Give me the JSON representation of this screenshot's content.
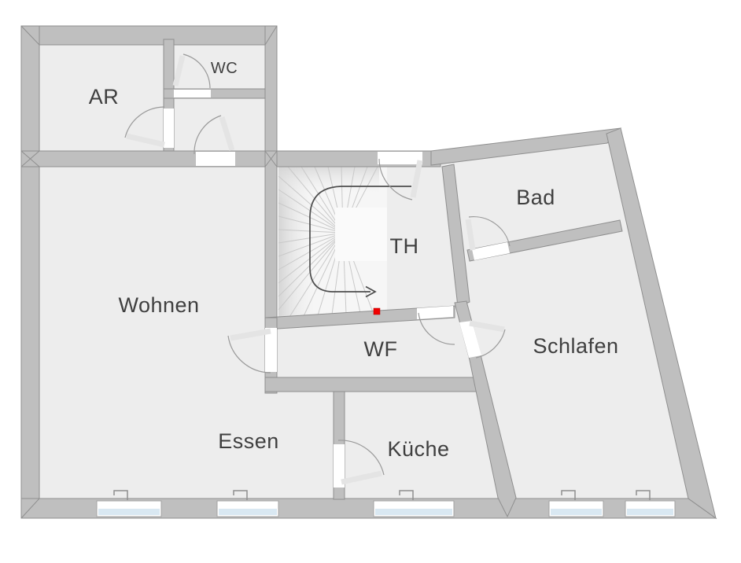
{
  "rooms": {
    "ar": {
      "label": "AR"
    },
    "wc": {
      "label": "WC"
    },
    "wohnen": {
      "label": "Wohnen"
    },
    "th": {
      "label": "TH"
    },
    "bad": {
      "label": "Bad"
    },
    "wf": {
      "label": "WF"
    },
    "schlafen": {
      "label": "Schlafen"
    },
    "essen": {
      "label": "Essen"
    },
    "kueche": {
      "label": "Küche"
    }
  },
  "colors": {
    "background": "#ffffff",
    "floor": "#ededed",
    "wall": "#bfbfbf",
    "wall_edge": "#8f8f8f",
    "door_arc": "#9a9a9a",
    "door_leaf": "#e4e4e4",
    "window_glass": "#d9e8f2",
    "stair_tread": "#c9c9c9",
    "arrow": "#4d4d4d",
    "marker": "#f10000",
    "label_text": "#3f3f3f"
  }
}
